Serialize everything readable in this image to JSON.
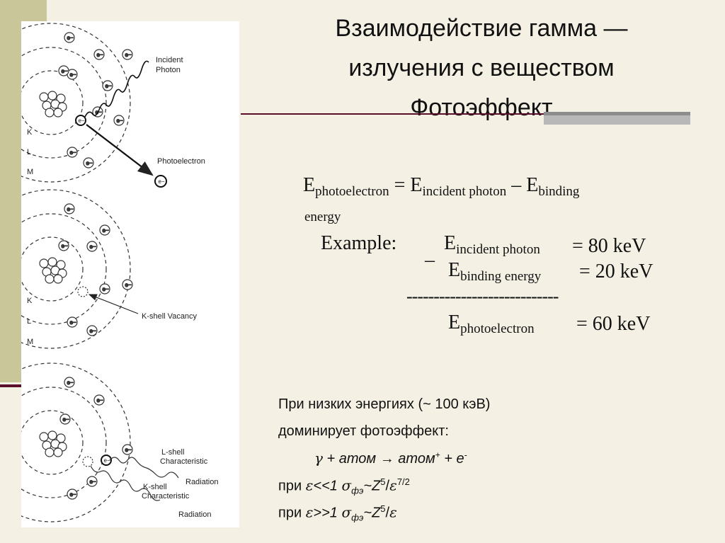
{
  "slide": {
    "title_lines": [
      "Взаимодействие  гамма —",
      "излучения с веществом",
      "Фотоэффект"
    ],
    "equation": {
      "E": "E",
      "photoelectron_sub": "photoelectron",
      "equals": "=",
      "incident_sub": "incident photon",
      "minus": "–",
      "binding_sub": "binding",
      "energy_word": "energy"
    },
    "example": {
      "label": "Example:",
      "row1_sub": "incident photon",
      "row1_val": "= 80 keV",
      "minus": "–",
      "row2_sub": "binding energy",
      "row2_val": "= 20 keV",
      "dashes": "----------------------------",
      "row3_sub": "photoelectron",
      "row3_val": "= 60 keV"
    },
    "notes": {
      "line1": "При низких энергиях (~ 100 кэВ)",
      "line2": "доминирует фотоэффект:",
      "line3_gamma": "γ",
      "line3_rest": " + атом ",
      "line3_arrow": "→",
      "line3_atom": " атом",
      "line3_plus_sup": "+",
      "line3_e": " + е",
      "line3_minus_sup": "-",
      "line4_pre": "при ",
      "line4_eps": "ε",
      "line4_mid": "<<1 ",
      "line4_sigma": "σ",
      "line4_sub": "фэ",
      "line4_z": "~Z",
      "line4_z_sup": "5",
      "line4_slash": "/",
      "line4_eps2": "ε",
      "line4_sup2": "7/2",
      "line5_pre": "при ",
      "line5_eps": "ε",
      "line5_mid": ">>1 ",
      "line5_sigma": "σ",
      "line5_sub": "фэ",
      "line5_z": "~Z",
      "line5_z_sup": "5",
      "line5_slash": "/",
      "line5_eps2": "ε"
    }
  },
  "diagram": {
    "electron": "e",
    "electron_sup": "−",
    "shell_K": "K",
    "shell_L": "L",
    "shell_M": "M",
    "incident_photon": [
      "Incident",
      "Photon"
    ],
    "photoelectron": "Photoelectron",
    "kshell_vacancy": "K-shell Vacancy",
    "lshell_char": [
      "L-shell",
      "Characteristic",
      "Radiation"
    ],
    "kshell_char": [
      "K-shell",
      "Characteristic",
      "Radiation"
    ]
  }
}
